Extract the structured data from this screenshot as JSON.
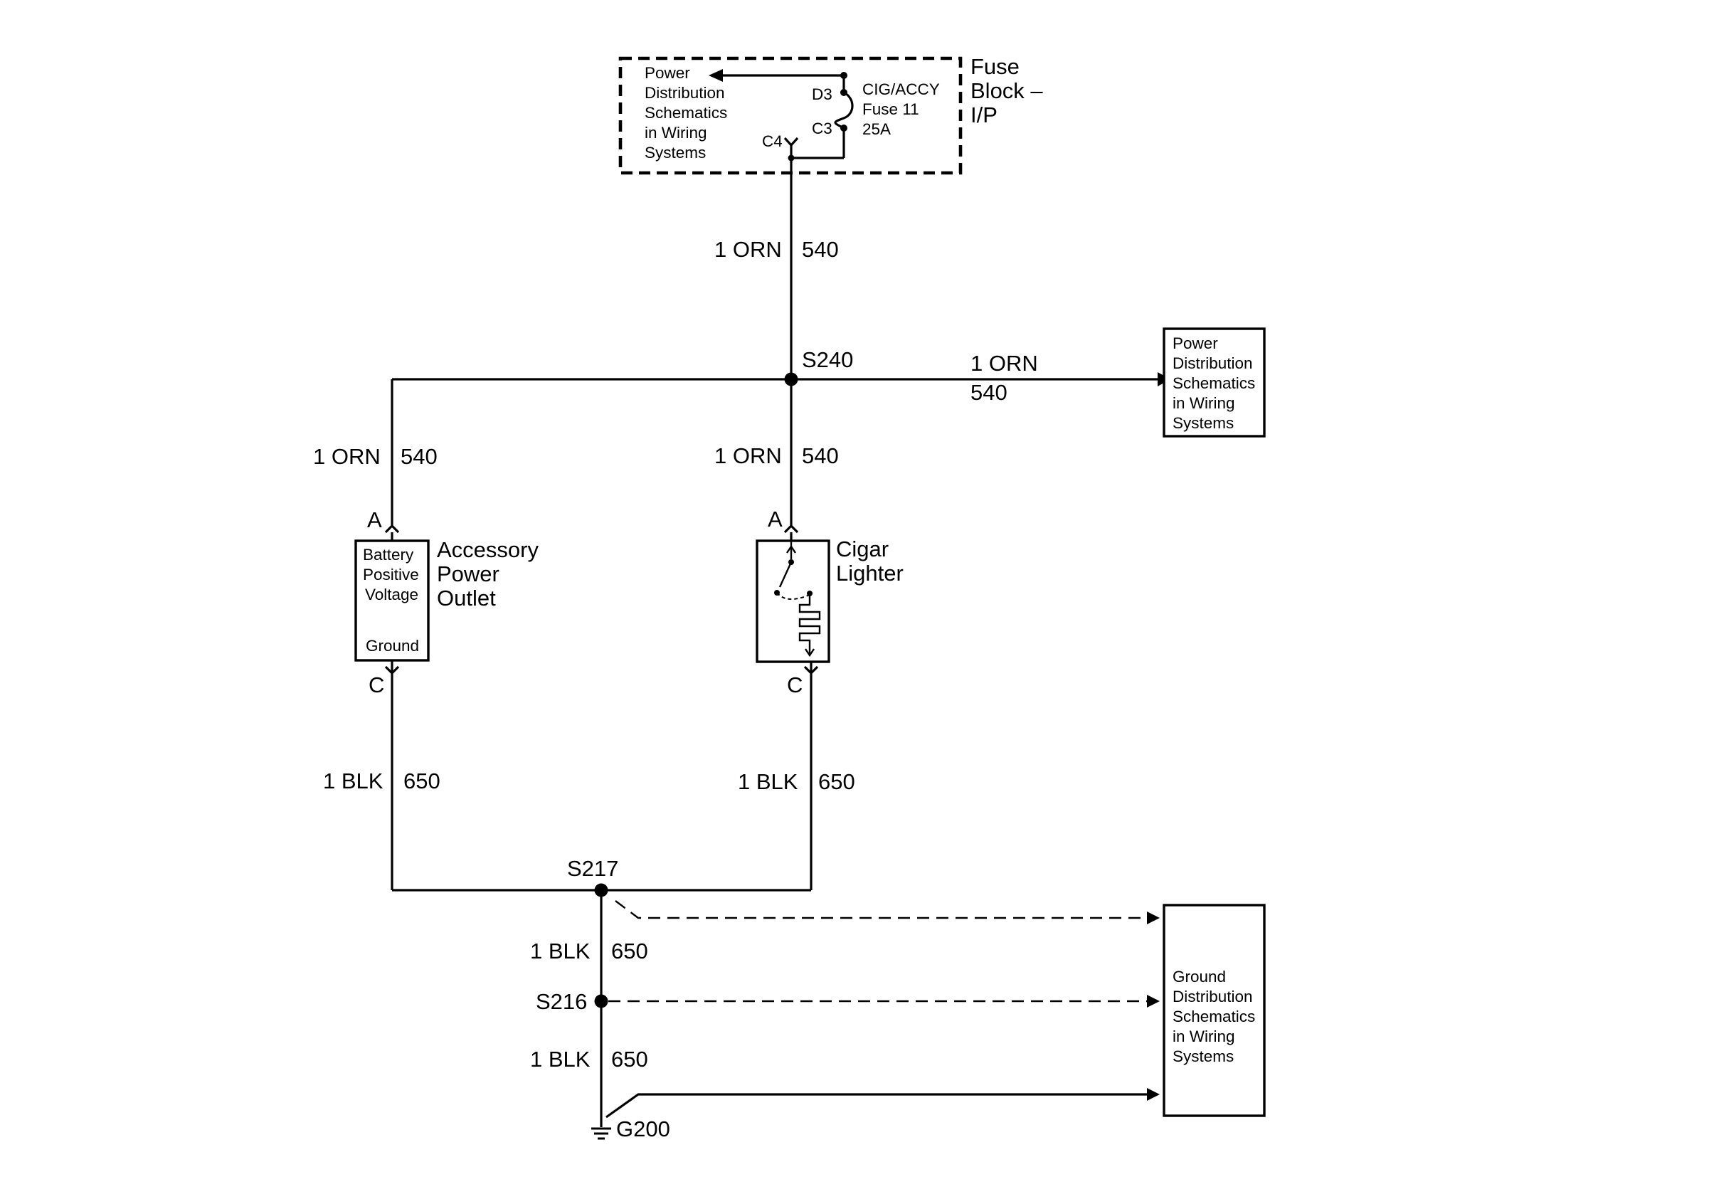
{
  "fuse_block": {
    "title_lines": [
      "Fuse",
      "Block –",
      "I/P"
    ],
    "power_dist_lines": [
      "Power",
      "Distribution",
      "Schematics",
      "in Wiring",
      "Systems"
    ],
    "fuse_lines": [
      "CIG/ACCY",
      "Fuse 11",
      "25A"
    ],
    "pin_d3": "D3",
    "pin_c3": "C3",
    "pin_c4": "C4"
  },
  "wires": {
    "main_feed": {
      "gauge_color": "1 ORN",
      "circuit": "540"
    },
    "to_power_dist": {
      "gauge_color": "1 ORN",
      "circuit": "540"
    },
    "to_outlet": {
      "gauge_color": "1 ORN",
      "circuit": "540"
    },
    "to_lighter": {
      "gauge_color": "1 ORN",
      "circuit": "540"
    },
    "outlet_ground": {
      "gauge_color": "1 BLK",
      "circuit": "650"
    },
    "lighter_ground": {
      "gauge_color": "1 BLK",
      "circuit": "650"
    },
    "s217_s216": {
      "gauge_color": "1 BLK",
      "circuit": "650"
    },
    "s216_g200": {
      "gauge_color": "1 BLK",
      "circuit": "650"
    }
  },
  "splices": {
    "s240": "S240",
    "s217": "S217",
    "s216": "S216"
  },
  "ground": {
    "g200": "G200"
  },
  "power_dist_box": {
    "lines": [
      "Power",
      "Distribution",
      "Schematics",
      "in Wiring",
      "Systems"
    ]
  },
  "ground_dist_box": {
    "lines": [
      "Ground",
      "Distribution",
      "Schematics",
      "in Wiring",
      "Systems"
    ]
  },
  "accessory_outlet": {
    "label_lines": [
      "Accessory",
      "Power",
      "Outlet"
    ],
    "inner_lines": [
      "Battery",
      "Positive",
      "Voltage"
    ],
    "ground_label": "Ground",
    "pin_a": "A",
    "pin_c": "C"
  },
  "cigar_lighter": {
    "label_lines": [
      "Cigar",
      "Lighter"
    ],
    "pin_a": "A",
    "pin_c": "C"
  }
}
